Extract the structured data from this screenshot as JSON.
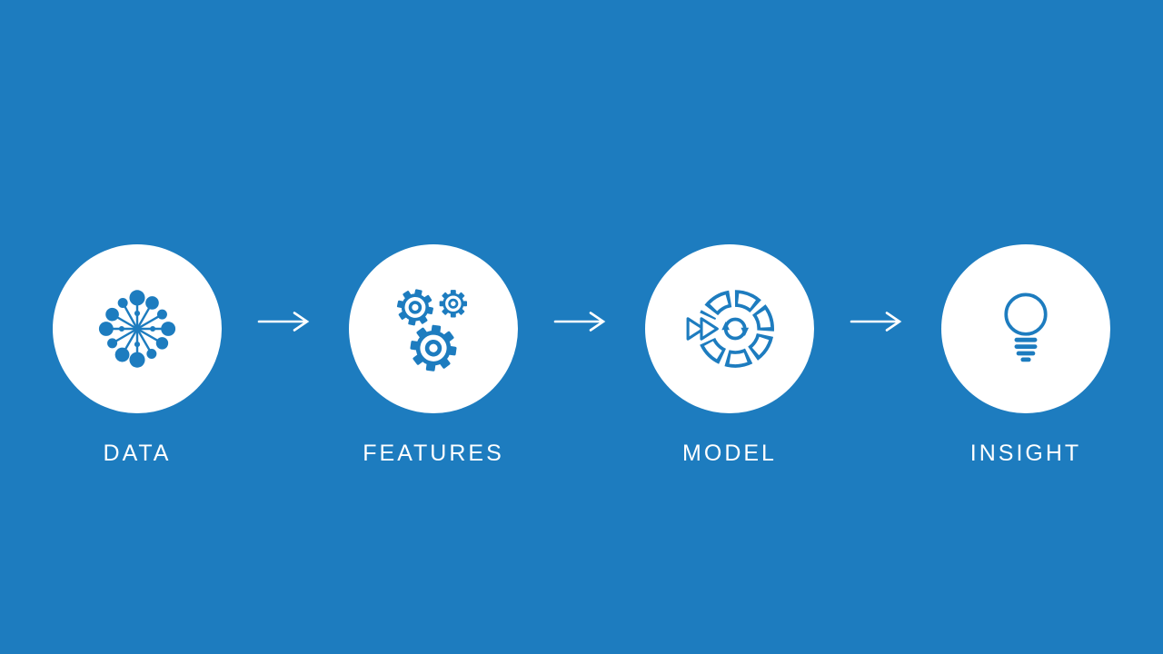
{
  "colors": {
    "background": "#1d7cbf",
    "accent": "#1d7cbf",
    "circle": "#ffffff",
    "text": "#ffffff"
  },
  "stages": [
    {
      "label": "DATA",
      "icon": "data-network-icon"
    },
    {
      "label": "FEATURES",
      "icon": "gears-icon"
    },
    {
      "label": "MODEL",
      "icon": "model-cycle-icon"
    },
    {
      "label": "INSIGHT",
      "icon": "lightbulb-icon"
    }
  ],
  "connectors": [
    {
      "icon": "right-arrow-icon"
    },
    {
      "icon": "right-arrow-icon"
    },
    {
      "icon": "right-arrow-icon"
    }
  ]
}
